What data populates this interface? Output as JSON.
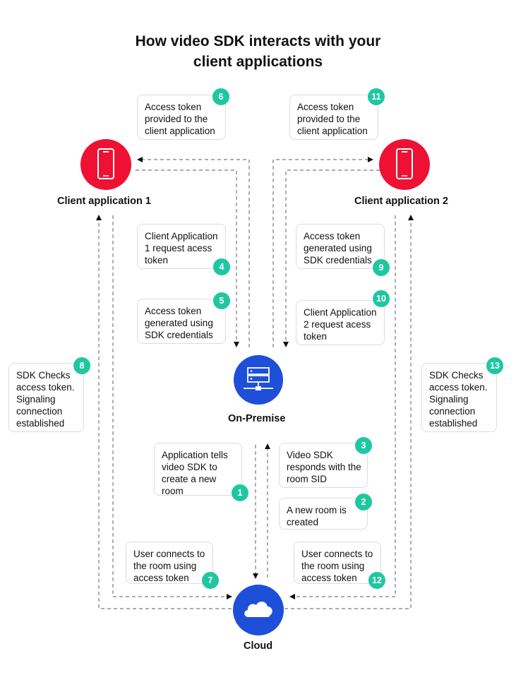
{
  "title_line1": "How video SDK interacts with your",
  "title_line2": "client applications",
  "nodes": {
    "client1": "Client application 1",
    "client2": "Client application 2",
    "onprem": "On-Premise",
    "cloud": "Cloud"
  },
  "steps": [
    {
      "n": "1",
      "lines": [
        "Application tells",
        "video SDK to",
        "create a new",
        "room"
      ]
    },
    {
      "n": "2",
      "lines": [
        "A new room is",
        "created"
      ]
    },
    {
      "n": "3",
      "lines": [
        "Video SDK",
        "responds with the",
        "room SID"
      ]
    },
    {
      "n": "4",
      "lines": [
        "Client Application",
        "1 request acess",
        "token"
      ]
    },
    {
      "n": "5",
      "lines": [
        "Access token",
        "generated using",
        "SDK credentials"
      ]
    },
    {
      "n": "6",
      "lines": [
        "Access token",
        "provided to the",
        "client application"
      ]
    },
    {
      "n": "7",
      "lines": [
        "User connects to",
        "the room using",
        "access token"
      ]
    },
    {
      "n": "8",
      "lines": [
        "SDK Checks",
        "access token.",
        "Signaling",
        "connection",
        "established"
      ]
    },
    {
      "n": "9",
      "lines": [
        "Access token",
        "generated using",
        "SDK credentials"
      ]
    },
    {
      "n": "10",
      "lines": [
        "Client Application",
        "2 request acess",
        "token"
      ]
    },
    {
      "n": "11",
      "lines": [
        "Access token",
        "provided to the",
        "client application"
      ]
    },
    {
      "n": "12",
      "lines": [
        "User connects to",
        "the room using",
        "access token"
      ]
    },
    {
      "n": "13",
      "lines": [
        "SDK Checks",
        "access token.",
        "Signaling",
        "connection",
        "established"
      ]
    }
  ],
  "colors": {
    "client": "#ee1133",
    "server": "#1d4fd8",
    "badge": "#1fc7a1",
    "line": "#7a7a7a"
  },
  "icons": {
    "client": "smartphone-icon",
    "onprem": "server-icon",
    "cloud": "cloud-icon"
  }
}
